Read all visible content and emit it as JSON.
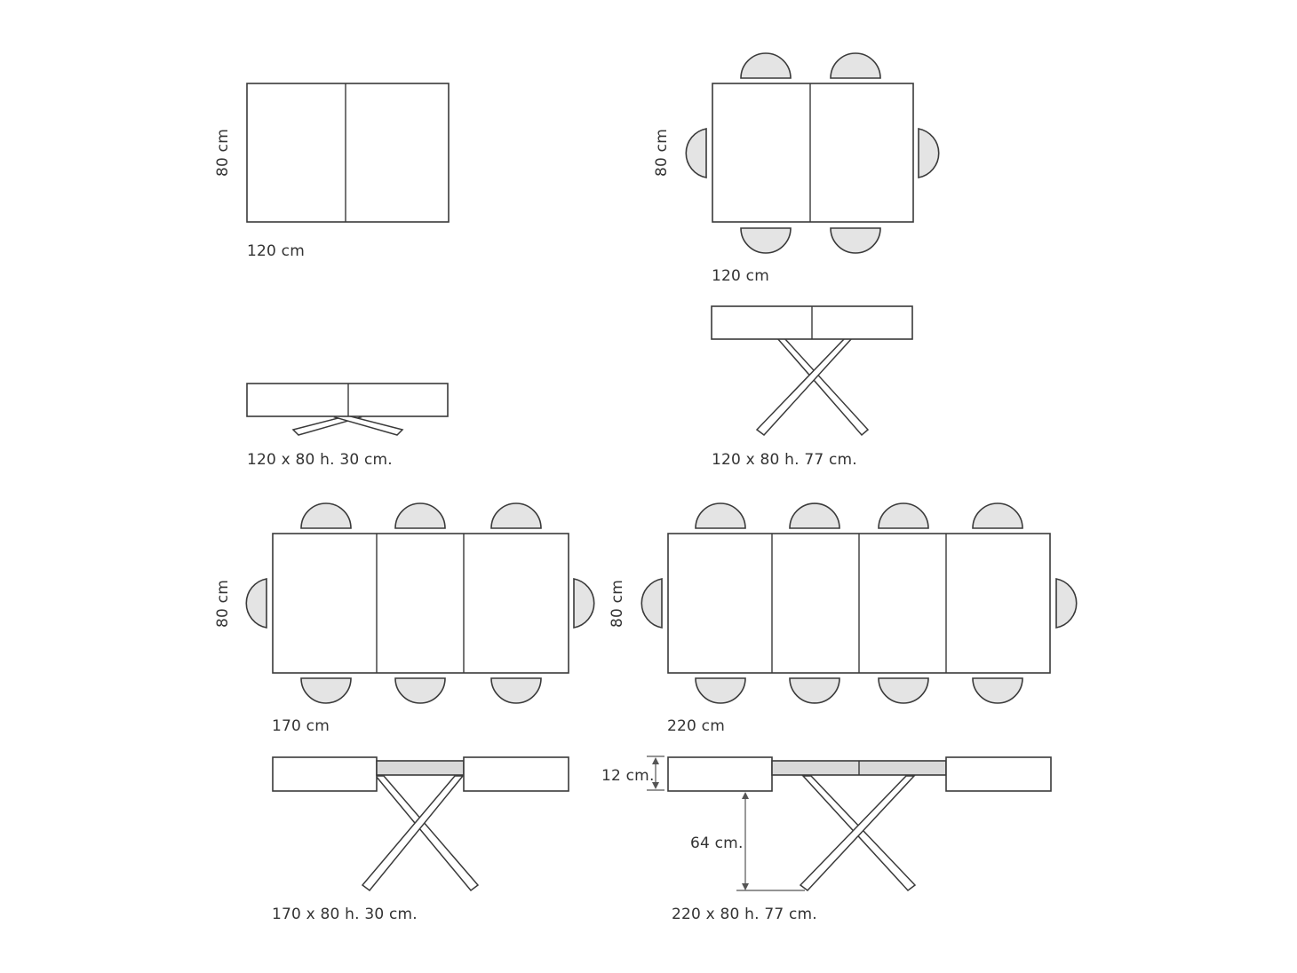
{
  "diagram": {
    "closed_low": {
      "width_label": "120 cm",
      "depth_label": "80 cm",
      "spec_label": "120 x 80 h. 30 cm."
    },
    "closed_high": {
      "width_label": "120 cm",
      "depth_label": "80 cm",
      "spec_label": "120 x 80 h. 77 cm."
    },
    "extended_170": {
      "width_label": "170 cm",
      "depth_label": "80 cm",
      "spec_label": "170 x 80 h. 30 cm."
    },
    "extended_220": {
      "width_label": "220 cm",
      "depth_label": "80 cm",
      "spec_label": "220 x 80 h. 77 cm."
    },
    "dimensions": {
      "top_thickness": "12 cm.",
      "leg_height": "64 cm."
    }
  }
}
